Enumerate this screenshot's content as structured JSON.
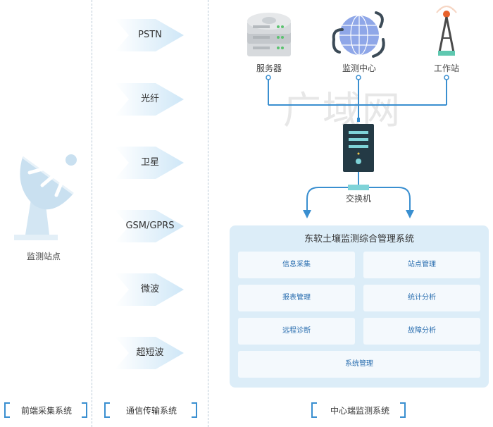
{
  "front": {
    "site_label": "监测站点",
    "section_label": "前端采集系统"
  },
  "transport": {
    "channels": [
      "PSTN",
      "光纤",
      "卫星",
      "GSM/GPRS",
      "微波",
      "超短波"
    ],
    "section_label": "通信传输系统"
  },
  "center": {
    "watermark": "广域网",
    "server_label": "服务器",
    "monitor_label": "监测中心",
    "station_label": "工作站",
    "switch_label": "交换机",
    "system_title": "东软土壤监测综合管理系统",
    "modules": [
      "信息采集",
      "站点管理",
      "报表管理",
      "统计分析",
      "远程诊断",
      "故障分析",
      "系统管理"
    ],
    "section_label": "中心端监测系统"
  },
  "colors": {
    "accent": "#3a8fd0",
    "panel_bg": "#dcedf8",
    "module_bg": "#f4f9fd",
    "arrow_fill": "#d6ebf8",
    "tower_red": "#e8622c",
    "switch_dark": "#243a45"
  }
}
